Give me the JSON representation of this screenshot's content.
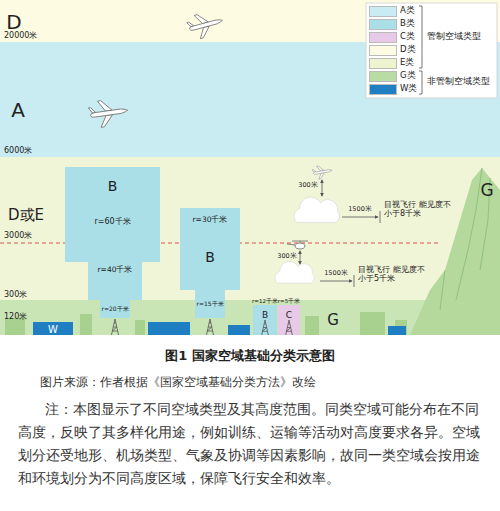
{
  "diagram": {
    "caption": "图1  国家空域基础分类示意图",
    "nodes": [
      {
        "text": [
          "D"
        ]
      },
      {
        "text": [
          "A"
        ]
      },
      {
        "text": [
          "D或E"
        ]
      },
      {
        "text": [
          "G"
        ],
        "in": 2
      },
      {
        "text": [
          "B",
          "r=60千米",
          "r=40千米",
          "r=20千米"
        ],
        "in": 2
      },
      {
        "text": [
          "r=30千米",
          "B",
          "r=15千米"
        ],
        "in": 2
      },
      {
        "text": [
          "G"
        ],
        "in": 2
      },
      {
        "text": [
          "r=12千米",
          "B"
        ],
        "in": 6
      },
      {
        "text": [
          "r=5千米",
          "C"
        ],
        "in": 6
      },
      {
        "text": [
          "W"
        ],
        "in": 6
      }
    ],
    "edges": [],
    "labels": [
      "20000米",
      "6000米",
      "3000米",
      "300米",
      "120米",
      "300米",
      "1500米",
      "目视飞行 能见度不小于8千米",
      "300米",
      "1500米",
      "目视飞行 能见度不小于5千米",
      "管制空域类型",
      "非管制空域类型",
      "图片来源：作者根据《国家空域基础分类方法》改绘",
      "注：本图显示了不同空域类型及其高度范围。同类空域可能分布在不同高度，反映了其多样化用途，例如训练、运输等活动对高度要求各异。空域划分还受地形、机场类型、气象及协调等因素影响，故同一类空域会按用途和环境划分为不同高度区域，保障飞行安全和效率。"
    ],
    "legend": [
      {
        "text": "A类",
        "color": "#c8ecf2"
      },
      {
        "text": "B类",
        "color": "#aadfe8"
      },
      {
        "text": "C类",
        "color": "#e8c9e8"
      },
      {
        "text": "D类",
        "color": "#fdfce2"
      },
      {
        "text": "E类",
        "color": "#eef4cd"
      },
      {
        "text": "G类",
        "color": "#b9dca4"
      },
      {
        "text": "W类",
        "color": "#1f7fc2"
      }
    ]
  }
}
